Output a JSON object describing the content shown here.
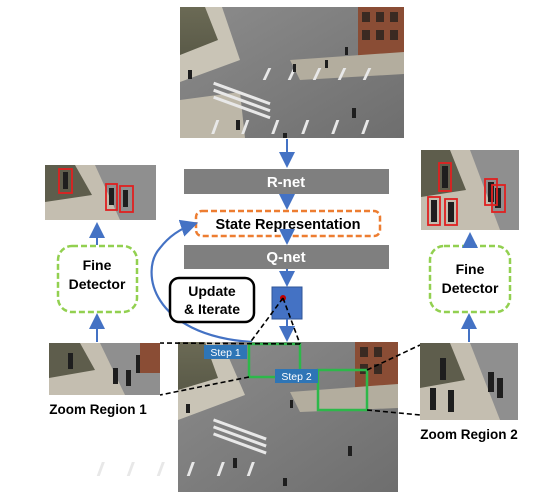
{
  "blocks": {
    "rnet": "R-net",
    "state": "State Representation",
    "qnet": "Q-net",
    "update_line1": "Update",
    "update_line2": "& Iterate",
    "fine_left_line1": "Fine",
    "fine_left_line2": "Detector",
    "fine_right_line1": "Fine",
    "fine_right_line2": "Detector"
  },
  "steps": {
    "step1": "Step 1",
    "step2": "Step 2"
  },
  "captions": {
    "zoom1": "Zoom Region 1",
    "zoom2": "Zoom Region 2"
  },
  "colors": {
    "gray_block": "#7f7f7f",
    "orange_dash": "#ed7d31",
    "green_dash": "#92d050",
    "blue_arrow": "#4472c4",
    "step_box": "#2e75b6",
    "detection_red": "#e02020",
    "region_green": "#2db84a"
  }
}
